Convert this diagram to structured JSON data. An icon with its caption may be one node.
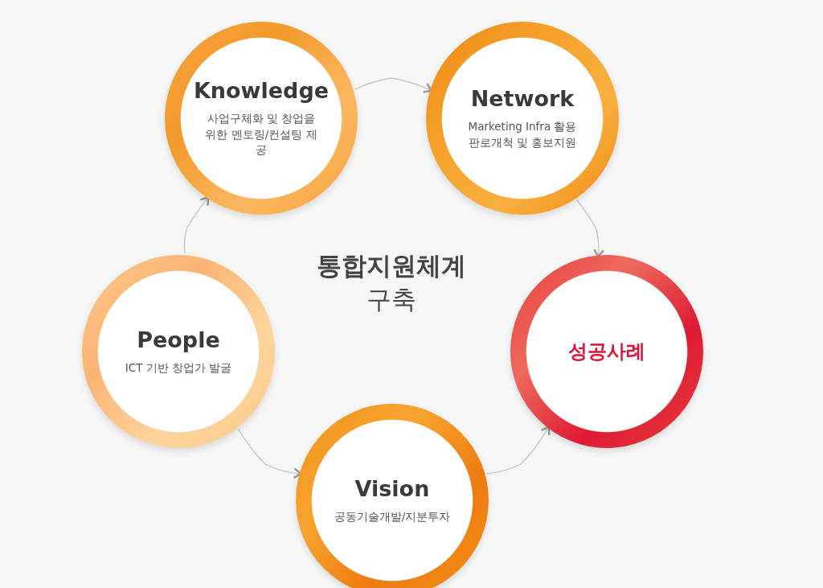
{
  "diagram": {
    "nodes": [
      {
        "text": [
          "Knowledge",
          "사업구체화 및 창업을 위한 멘토링/컨설팅 제공"
        ]
      },
      {
        "text": [
          "Network",
          "Marketing Infra 활용 판로개척 및 홍보지원"
        ]
      },
      {
        "text": [
          "People",
          "ICT 기반 창업가 발굴"
        ]
      },
      {
        "text": [
          "성공사례"
        ]
      },
      {
        "text": [
          "Vision",
          "공동기술개발/지분투자"
        ]
      }
    ],
    "edges": [
      {
        "from": 2,
        "to": 0,
        "arrow": "to"
      },
      {
        "from": 0,
        "to": 1,
        "arrow": "to"
      },
      {
        "from": 1,
        "to": 3,
        "arrow": "to"
      },
      {
        "from": 2,
        "to": 4,
        "arrow": "to"
      },
      {
        "from": 4,
        "to": 3,
        "arrow": "to"
      }
    ],
    "labels": [
      "**통합지원체계** 구축"
    ]
  }
}
